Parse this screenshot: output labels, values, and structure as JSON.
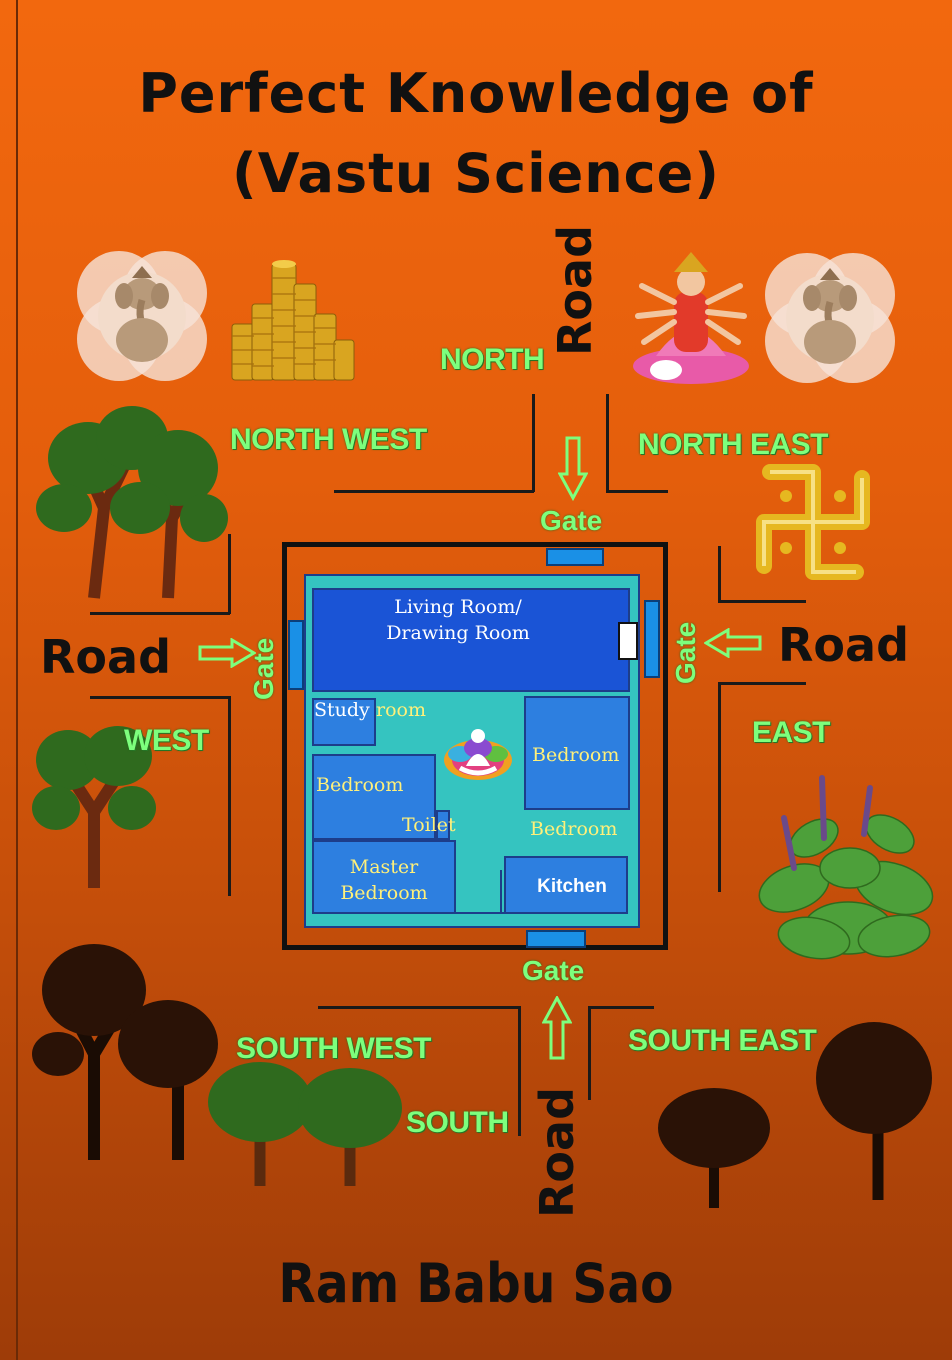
{
  "cover": {
    "title_line1": "Perfect Knowledge of",
    "title_line2": "(Vastu Science)",
    "author": "Ram Babu Sao"
  },
  "directions": {
    "north": "NORTH",
    "north_west": "NORTH WEST",
    "north_east": "NORTH EAST",
    "west": "WEST",
    "east": "EAST",
    "south_west": "SOUTH WEST",
    "south": "SOUTH",
    "south_east": "SOUTH EAST"
  },
  "roads": {
    "north": "Road",
    "west": "Road",
    "east": "Road",
    "south": "Road"
  },
  "gates": {
    "north": "Gate",
    "west": "Gate",
    "east": "Gate",
    "south": "Gate"
  },
  "rooms": {
    "living": "Living Room/",
    "living2": "Drawing Room",
    "study_a": "Study",
    "study_b": "room",
    "bedroom_left": "Bedroom",
    "toilet": "Toilet",
    "master1": "Master",
    "master2": "Bedroom",
    "bedroom_right": "Bedroom",
    "bedroom_mid": "Bedroom",
    "kitchen": "Kitchen"
  },
  "colors": {
    "background_top": "#f2680e",
    "background_bottom": "#9e3c08",
    "direction_text": "#7dff7d",
    "plot_fill": "#35c4c0",
    "living_room": "#1a54d6",
    "room_fill": "#2d7fe0"
  },
  "icons": [
    "ganesha-icon",
    "gold-coins-icon",
    "goddess-icon",
    "swastika-icon",
    "tree-icon",
    "tulsi-plant-icon",
    "meditation-lotus-icon",
    "arrow-icon"
  ]
}
